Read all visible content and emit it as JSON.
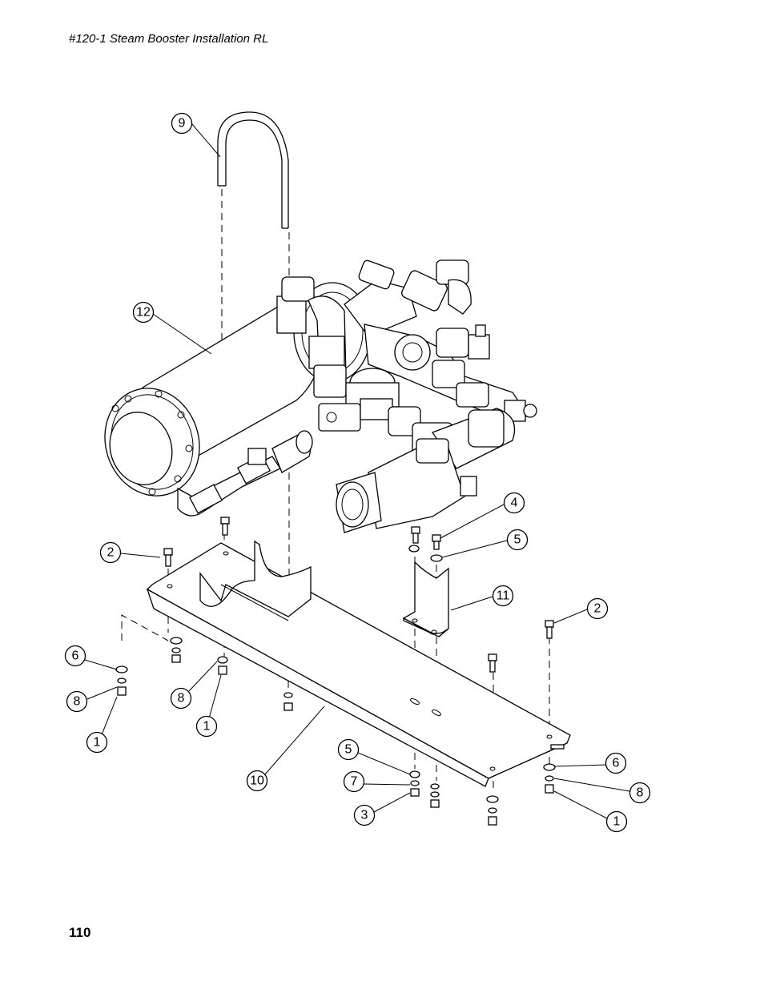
{
  "header": {
    "title": "#120-1 Steam Booster Installation RL"
  },
  "footer": {
    "page_number": "110"
  },
  "callouts": [
    "9",
    "12",
    "2",
    "4",
    "5",
    "11",
    "2",
    "6",
    "8",
    "1",
    "8",
    "1",
    "10",
    "5",
    "7",
    "3",
    "6",
    "8",
    "1"
  ]
}
